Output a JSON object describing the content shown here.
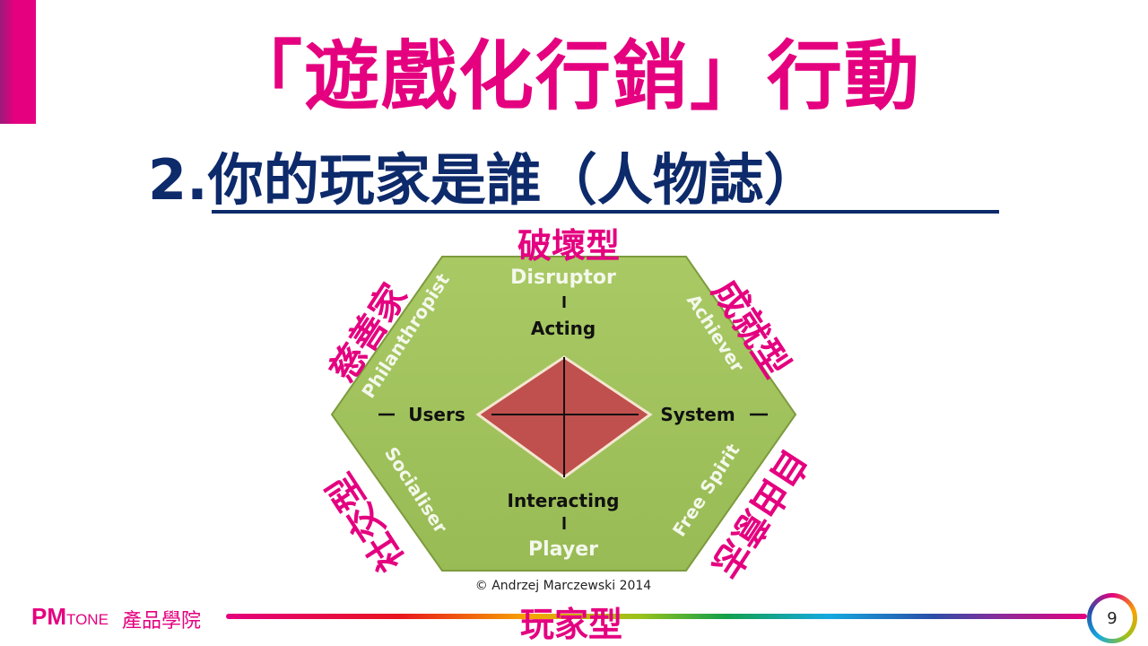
{
  "title": "「遊戲化行銷」行動",
  "subtitle": {
    "number": "2.",
    "text": "你的玩家是誰（人物誌）"
  },
  "hexagon": {
    "top": "Disruptor",
    "top_right": "Achiever",
    "bottom_right": "Free Spirit",
    "bottom": "Player",
    "bottom_left": "Socialiser",
    "top_left": "Philanthropist",
    "acting": "Acting",
    "interacting": "Interacting",
    "users": "Users",
    "system": "System",
    "copyright": "© Andrzej Marczewski 2014"
  },
  "labels_zh": {
    "top": "破壞型",
    "top_right": "成就型",
    "bottom_right": "自由意志",
    "bottom": "玩家型",
    "bottom_left": "社交型",
    "top_left": "慈善家"
  },
  "footer": {
    "logo_pm": "PM",
    "logo_tone": "TONE",
    "school": "產品學院",
    "page": "9"
  },
  "colors": {
    "accent": "#e4007f",
    "navy": "#0d2a6b",
    "hex_green": "#a3c45f",
    "diamond": "#c0504d"
  }
}
